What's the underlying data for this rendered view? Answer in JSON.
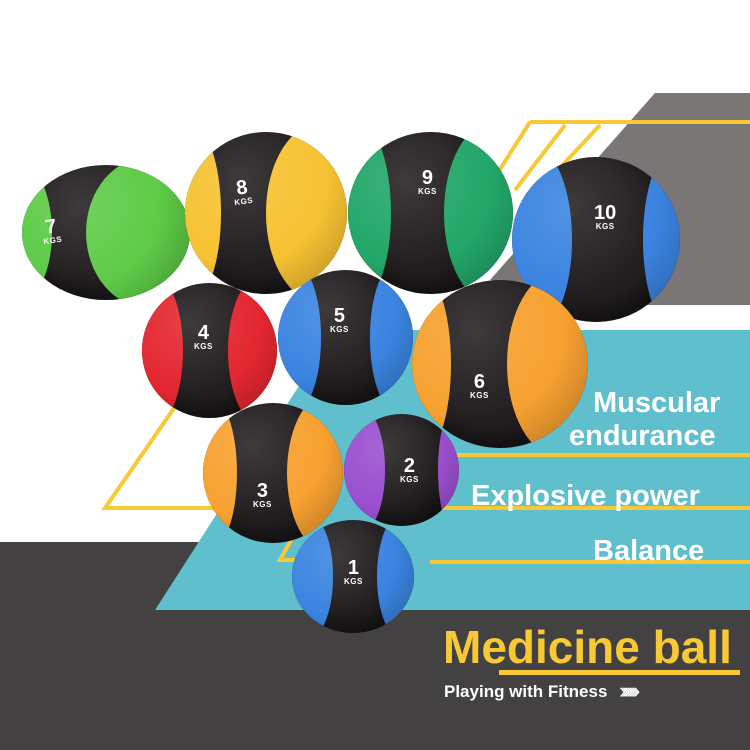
{
  "colors": {
    "background": "#ffffff",
    "dark_band": "#444142",
    "gray_panel": "#7a7676",
    "teal": "#5fbfcc",
    "yellow_accent": "#f6c935",
    "ball_body": "#231f20"
  },
  "balls": [
    {
      "weight": "1",
      "unit": "KGS",
      "color": "#3a84e0",
      "color_name": "blue"
    },
    {
      "weight": "2",
      "unit": "KGS",
      "color": "#9a4fcf",
      "color_name": "purple"
    },
    {
      "weight": "3",
      "unit": "KGS",
      "color": "#f7a130",
      "color_name": "orange"
    },
    {
      "weight": "4",
      "unit": "KGS",
      "color": "#e3262f",
      "color_name": "red"
    },
    {
      "weight": "5",
      "unit": "KGS",
      "color": "#3a84e0",
      "color_name": "blue"
    },
    {
      "weight": "6",
      "unit": "KGS",
      "color": "#f7a130",
      "color_name": "orange"
    },
    {
      "weight": "7",
      "unit": "KGS",
      "color": "#5ecb47",
      "color_name": "green"
    },
    {
      "weight": "8",
      "unit": "KGS",
      "color": "#f7c232",
      "color_name": "yellow"
    },
    {
      "weight": "9",
      "unit": "KGS",
      "color": "#22a768",
      "color_name": "dark-green"
    },
    {
      "weight": "10",
      "unit": "KGS",
      "color": "#3a84e0",
      "color_name": "blue"
    }
  ],
  "benefits": [
    {
      "line1": "Muscular",
      "line2": "endurance"
    },
    {
      "line1": "Explosive power"
    },
    {
      "line1": "Balance"
    }
  ],
  "footer": {
    "title": "Medicine ball",
    "subtitle": "Playing with Fitness",
    "chevrons": "›››››››",
    "chevron_icon": "double-chevron-right"
  }
}
